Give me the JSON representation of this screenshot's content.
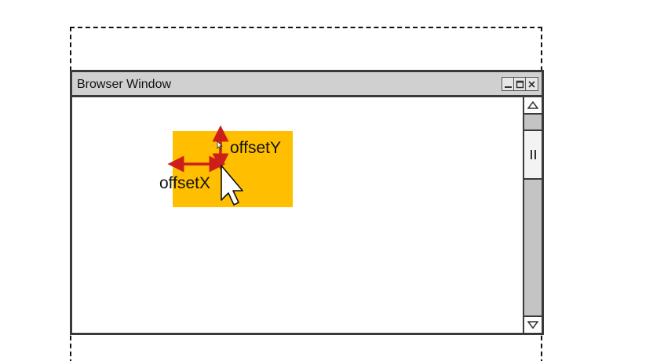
{
  "window": {
    "title": "Browser Window",
    "controls": [
      "minimize-icon",
      "maximize-icon",
      "close-icon"
    ]
  },
  "scrollbar": {
    "up_icon": "triangle-up-icon",
    "down_icon": "triangle-down-icon",
    "grip_icon": "grip-lines-icon"
  },
  "diagram": {
    "offset_y_label": "offsetY",
    "offset_x_label": "offsetX",
    "pointer_icon": "mouse-pointer-icon"
  },
  "colors": {
    "element_fill": "#FFBF00",
    "arrow": "#CC1F1A",
    "window_border": "#3A3A3A",
    "title_bar": "#D0D0D0",
    "heading": "#E53935"
  }
}
